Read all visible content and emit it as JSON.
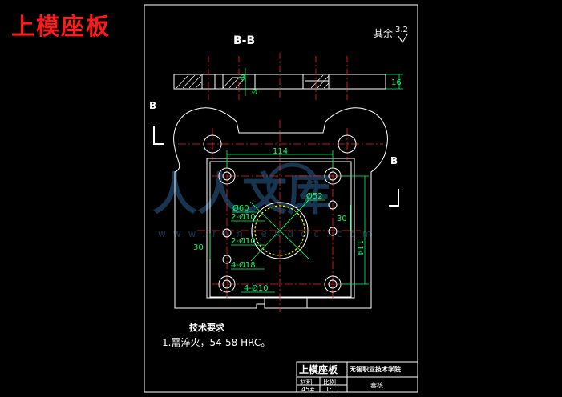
{
  "title": "上模座板",
  "section_label": "B-B",
  "roughness": {
    "prefix": "其余",
    "value": "3.2"
  },
  "view_marks": {
    "left": "B",
    "right": "B"
  },
  "dimensions": {
    "thickness": "16",
    "width_holes": "114",
    "height_holes": "114",
    "pitch_right": "30",
    "pitch_left": "30",
    "dia_center": "Ø60",
    "dia_big": "Ø52",
    "holes_a": "2-Ø10",
    "holes_b": "2-Ø10",
    "holes_c": "4-Ø18",
    "holes_d": "4-Ø10",
    "sec_a": "Ø",
    "sec_b": "Ø"
  },
  "tech_req": {
    "heading": "技术要求",
    "line1": "1.需淬火，54-58 HRC。"
  },
  "title_block": {
    "part_name": "上模座板",
    "school": "无锡职业技术学院",
    "material_label": "材料",
    "scale_label": "比例",
    "material": "45#",
    "scale": "1:1",
    "drawing_label": "審核"
  },
  "watermark": {
    "text": "人人文库",
    "url": "www.renrendoc.com"
  }
}
